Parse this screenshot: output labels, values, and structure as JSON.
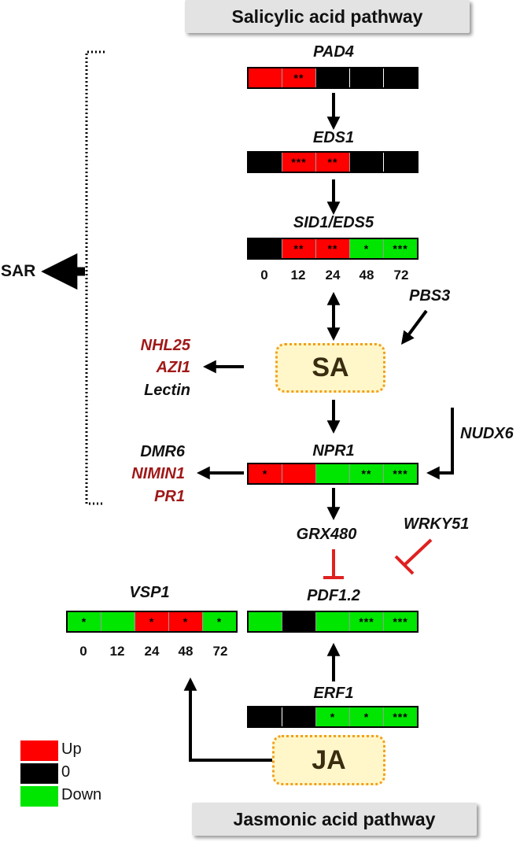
{
  "banners": {
    "top": "Salicylic acid pathway",
    "bottom": "Jasmonic acid pathway"
  },
  "genes": {
    "pad4": "PAD4",
    "eds1": "EDS1",
    "sid1": "SID1/EDS5",
    "pbs3": "PBS3",
    "npr1": "NPR1",
    "nudx6": "NUDX6",
    "grx480": "GRX480",
    "wrky51": "WRKY51",
    "pdf12": "PDF1.2",
    "vsp1": "VSP1",
    "erf1": "ERF1"
  },
  "nodes": {
    "sa": "SA",
    "ja": "JA"
  },
  "sar_label": "SAR",
  "sa_targets": [
    "NHL25",
    "AZI1",
    "Lectin"
  ],
  "npr1_targets": [
    "DMR6",
    "NIMIN1",
    "PR1"
  ],
  "time_points": [
    "0",
    "12",
    "24",
    "48",
    "72"
  ],
  "heatmaps": {
    "pad4": {
      "states": [
        "up",
        "up",
        "zero",
        "zero",
        "zero"
      ],
      "marks": [
        "",
        "**",
        "",
        "",
        ""
      ]
    },
    "eds1": {
      "states": [
        "zero",
        "up",
        "up",
        "zero",
        "zero"
      ],
      "marks": [
        "",
        "***",
        "**",
        "",
        ""
      ]
    },
    "sid1": {
      "states": [
        "zero",
        "up",
        "up",
        "down",
        "down"
      ],
      "marks": [
        "",
        "**",
        "**",
        "*",
        "***"
      ]
    },
    "npr1": {
      "states": [
        "up",
        "up",
        "down",
        "down",
        "down"
      ],
      "marks": [
        "*",
        "",
        "",
        "**",
        "***"
      ]
    },
    "pdf12": {
      "states": [
        "down",
        "zero",
        "down",
        "down",
        "down"
      ],
      "marks": [
        "",
        "",
        "",
        "***",
        "***"
      ]
    },
    "vsp1": {
      "states": [
        "down",
        "down",
        "up",
        "up",
        "down"
      ],
      "marks": [
        "*",
        "",
        "*",
        "*",
        "*"
      ]
    },
    "erf1": {
      "states": [
        "zero",
        "zero",
        "down",
        "down",
        "down"
      ],
      "marks": [
        "",
        "",
        "*",
        "*",
        "***"
      ]
    }
  },
  "legend": [
    {
      "label": "Up",
      "color": "#ff0000"
    },
    {
      "label": "0",
      "color": "#000000"
    },
    {
      "label": "Down",
      "color": "#00e600"
    }
  ]
}
